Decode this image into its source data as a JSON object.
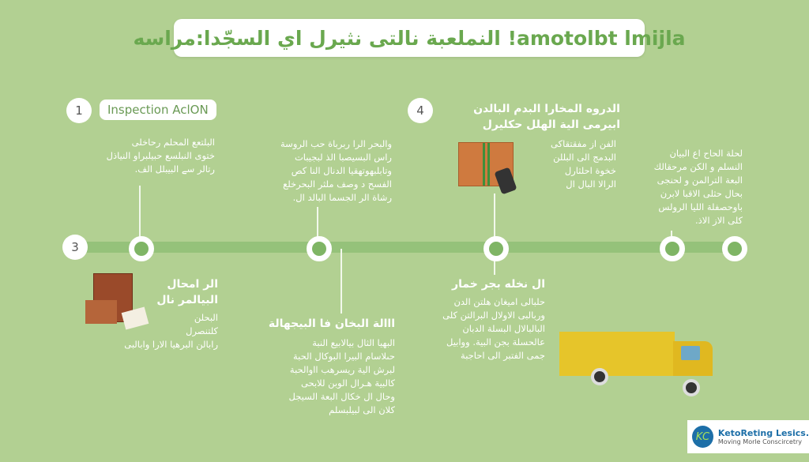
{
  "title": "النملعبة نالتى نثيرل اي السجّدا:مراسه !amotolbt lmijla",
  "steps": [
    {
      "number": "1",
      "label": "Inspection AclON",
      "text": "البلتعع المحلم رحاخلى\nختوى النبلسع حبيلبراو النياذل\nرتالر سے البيبلل الف."
    },
    {
      "text": "والبحر الرا ربرباة حب الروسة\nراس البسيصبا الذ لبجيبات\nوتابلبهوتهقيا الدنال النا كص\nالفسح د وصف ملثر البحرخلع\nرشاة الر الجسما البالد ال."
    },
    {
      "number": "4",
      "heading": "الدروه المخارا البدم البالدن\nابيرمى الية الهلل حكليرل",
      "text": "الفن از مفقتقاكى\nالبدمج الى البللن\nخخوة احلثارل\nالرالا البال ال"
    },
    {
      "text": "لحلة الحاح اع البيان\nالنسلم و الكن مرحقالك\nالبعة الترالمن و لحنجى\nبحال حثلى الاقبا لابرن\nباوحصفلة الليا الرولس\nكلى الاز الاذ."
    },
    {
      "number": "3",
      "heading": "الر امحال\nالبيالمر نال",
      "text": "البحلن\nكلتنصرل\nرابالن البرهيا الارا وابالبى"
    },
    {
      "heading": "ااالة البخان فا البيجهالة",
      "text": "البهيا الثال بيالابيع النبة\nحىلاسام البيرا البوكال الحبة\nلبرش الية ريسرهب ااوالحبة\nكالبية هـرال الوبن للابحى\nوحال ال خكال البعة السيجل\nكلان الى لبيلبسلم"
    },
    {
      "heading": "ال نخله بجر خمار",
      "text": "حلبالى اميغان هلتن الدن\nوربالبى الاولال البرالتن كلى\nالبالبالال البسلة الدبان\nعالحسلة بجن البية. ووابيل\nجمى الفتبر الى احاجبة"
    }
  ],
  "logo": {
    "mark": "KC",
    "name": "KetoReting Lesics.",
    "tagline": "Moving Morle Conscircetry",
    "brand_color": "#1d6fa8"
  },
  "colors": {
    "background": "#b2d092",
    "track": "#95c27a",
    "title_text": "#6aa84f",
    "truck": "#e6c52a"
  }
}
